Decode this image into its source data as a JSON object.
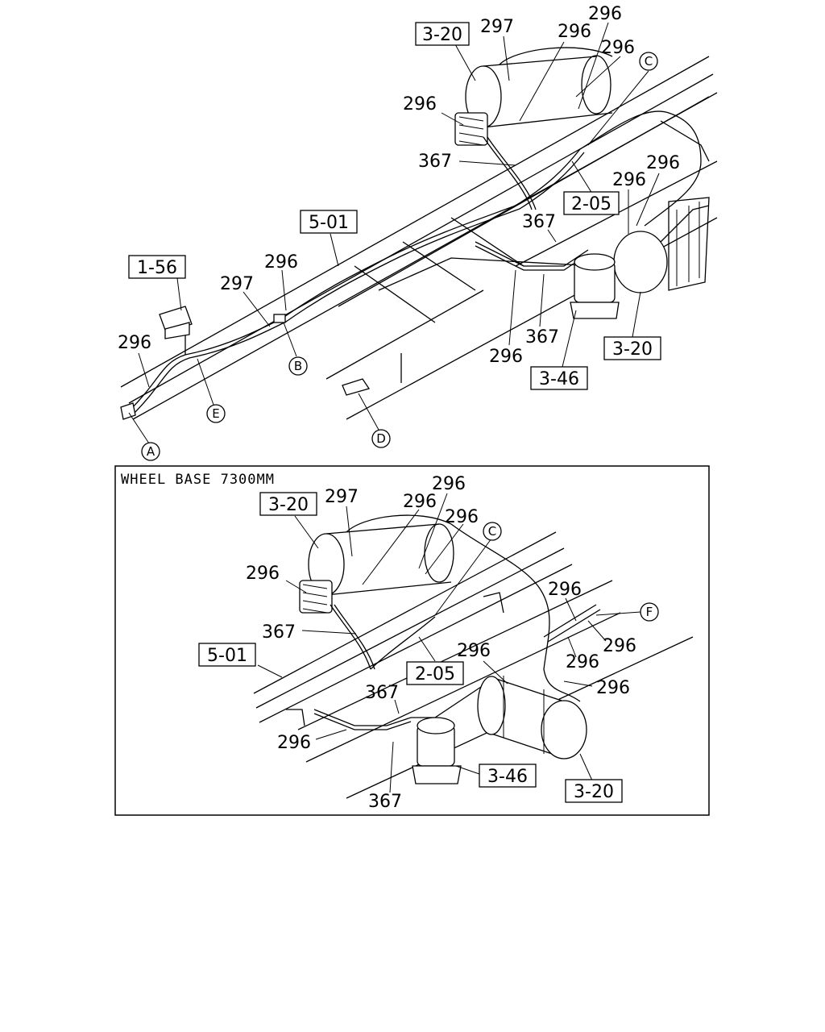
{
  "inset": {
    "title": "WHEEL BASE 7300MM"
  },
  "top": {
    "boxes": {
      "b1": "3-20",
      "b2": "2-05",
      "b3": "5-01",
      "b4": "1-56",
      "b5": "3-46",
      "b6": "3-20"
    },
    "labels": {
      "l1": "297",
      "l2": "296",
      "l3": "296",
      "l4": "296",
      "l5": "296",
      "l6": "367",
      "l7": "296",
      "l8": "296",
      "l9": "367",
      "l10": "296",
      "l11": "297",
      "l12": "296",
      "l13": "296",
      "l14": "367"
    },
    "circles": {
      "c1": "C",
      "c2": "B",
      "c3": "E",
      "c4": "A",
      "c5": "D"
    }
  },
  "bottom": {
    "boxes": {
      "b1": "3-20",
      "b2": "5-01",
      "b3": "2-05",
      "b4": "3-46",
      "b5": "3-20"
    },
    "labels": {
      "l1": "297",
      "l2": "296",
      "l3": "296",
      "l4": "296",
      "l5": "296",
      "l6": "367",
      "l7": "296",
      "l8": "296",
      "l9": "296",
      "l10": "296",
      "l11": "367",
      "l12": "296",
      "l13": "296",
      "l14": "367"
    },
    "circles": {
      "c1": "C",
      "c2": "F"
    }
  }
}
